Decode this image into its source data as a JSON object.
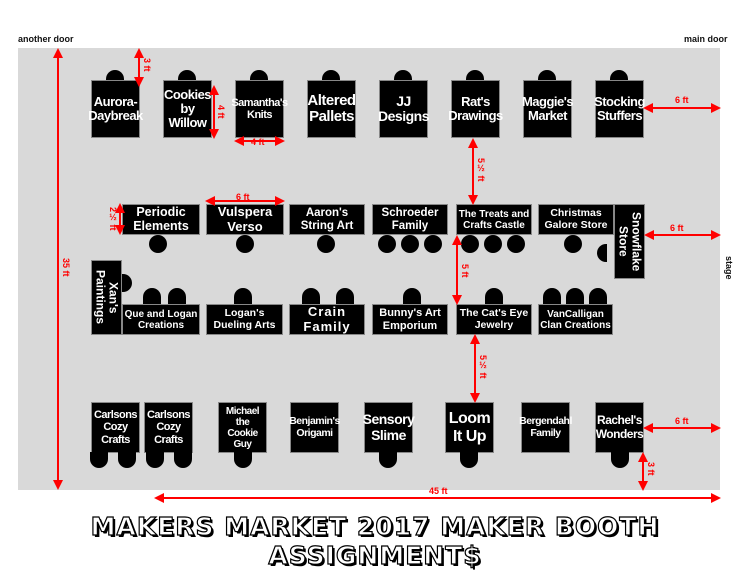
{
  "labels": {
    "another_door": "another door",
    "main_door": "main door",
    "stage": "stage"
  },
  "title": "MAKERS MARKET 2017 MAKER BOOTH ASSIGNMENT$",
  "dimensions": {
    "d35": "35 ft",
    "d3a": "3 ft",
    "d4v": "4 ft",
    "d4h": "4 ft",
    "d6a": "6 ft",
    "d55a": "5½ ft",
    "d25": "2½ ft",
    "d6b": "6 ft",
    "d6c": "6 ft",
    "d5": "5 ft",
    "d55b": "5½ ft",
    "d6d": "6 ft",
    "d3b": "3 ft",
    "d45": "45 ft"
  },
  "row1": [
    [
      "Aurora-",
      "Daybreak"
    ],
    [
      "Cookies",
      "by Willow"
    ],
    [
      "Samantha's",
      "Knits"
    ],
    [
      "Altered",
      "Pallets"
    ],
    [
      "JJ",
      "Designs"
    ],
    [
      "Rat's",
      "Drawings"
    ],
    [
      "Maggie's",
      "Market"
    ],
    [
      "Stocking",
      "Stuffers"
    ]
  ],
  "row2": [
    [
      "Periodic",
      "Elements"
    ],
    [
      "Vulspera",
      "Verso"
    ],
    [
      "Aaron's",
      "String Art"
    ],
    [
      "Schroeder",
      "Family"
    ],
    [
      "The Treats and",
      "Crafts Castle"
    ],
    [
      "Christmas",
      "Galore Store"
    ]
  ],
  "snowflake": [
    "Snowflake",
    "Store"
  ],
  "xans": [
    "Xan's",
    "Paintings"
  ],
  "row3": [
    [
      "Que and Logan",
      "Creations"
    ],
    [
      "Logan's",
      "Dueling Arts"
    ],
    [
      "Crain",
      "Family"
    ],
    [
      "Bunny's Art",
      "Emporium"
    ],
    [
      "The Cat's Eye",
      "Jewelry"
    ],
    [
      "VanCalligan",
      "Clan Creations"
    ]
  ],
  "row4": [
    [
      "Carlsons",
      "Cozy",
      "Crafts"
    ],
    [
      "Carlsons",
      "Cozy",
      "Crafts"
    ],
    [
      "Michael the",
      "Cookie Guy"
    ],
    [
      "Benjamin's",
      "Origami"
    ],
    [
      "Sensory",
      "Slime"
    ],
    [
      "Loom",
      "It Up"
    ],
    [
      "Bergendahl",
      "Family"
    ],
    [
      "Rachel's",
      "Wonders"
    ]
  ],
  "colors": {
    "floor": "#d9d9d9",
    "booth": "#000000",
    "dimension": "#ff0000"
  }
}
